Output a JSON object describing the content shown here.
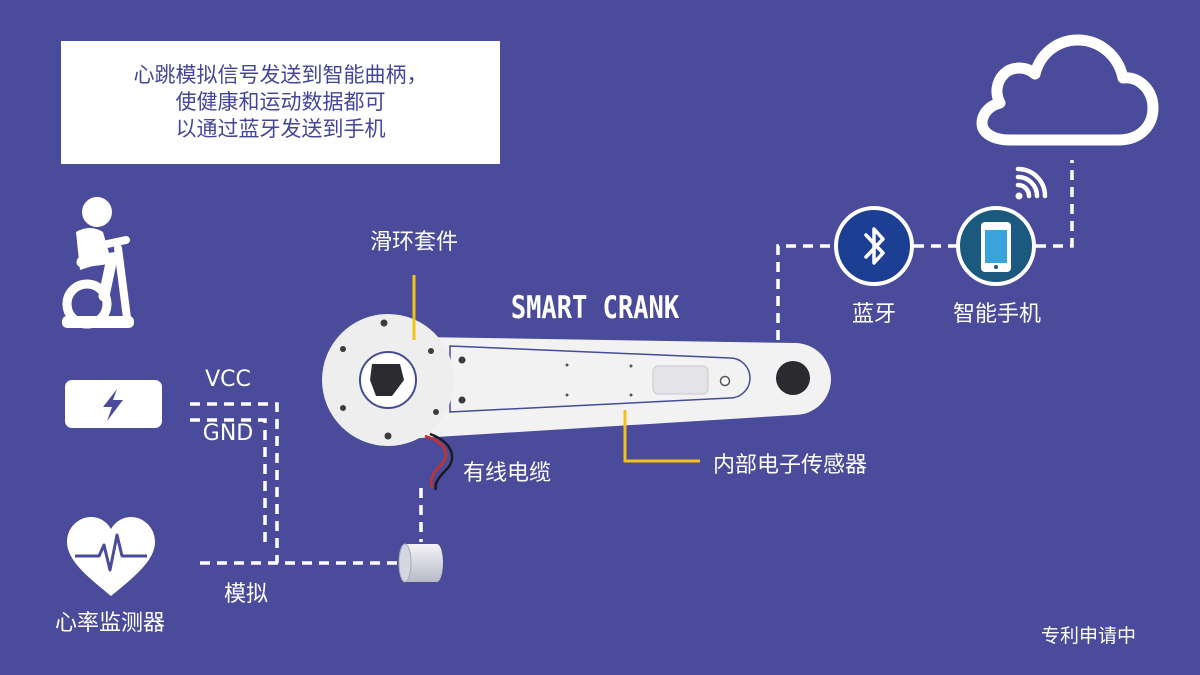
{
  "callout": {
    "lines": [
      "心跳模拟信号发送到智能曲柄，",
      "使健康和运动数据都可",
      "以通过蓝牙发送到手机"
    ]
  },
  "product": {
    "title": "SMART CRANK"
  },
  "labels": {
    "slip_ring": "滑环套件",
    "bluetooth": "蓝牙",
    "smartphone": "智能手机",
    "vcc": "VCC",
    "gnd": "GND",
    "cable": "有线电缆",
    "internal_sensor": "内部电子传感器",
    "analog": "模拟",
    "heart_monitor": "心率监测器",
    "patent": "专利申请中"
  },
  "icons": {
    "exercise_bike": "exercise-bike-icon",
    "battery_charge": "battery-charge-icon",
    "heart_rate": "heart-rate-icon",
    "bluetooth": "bluetooth-icon",
    "smartphone": "smartphone-icon",
    "cloud": "cloud-icon",
    "wifi": "wifi-signal-icon"
  },
  "colors": {
    "background": "#4a4b9b",
    "callout_leader": "#f2c21a",
    "bluetooth_circle": "#1d3f93",
    "smartphone_circle": "#1b5a7e"
  }
}
